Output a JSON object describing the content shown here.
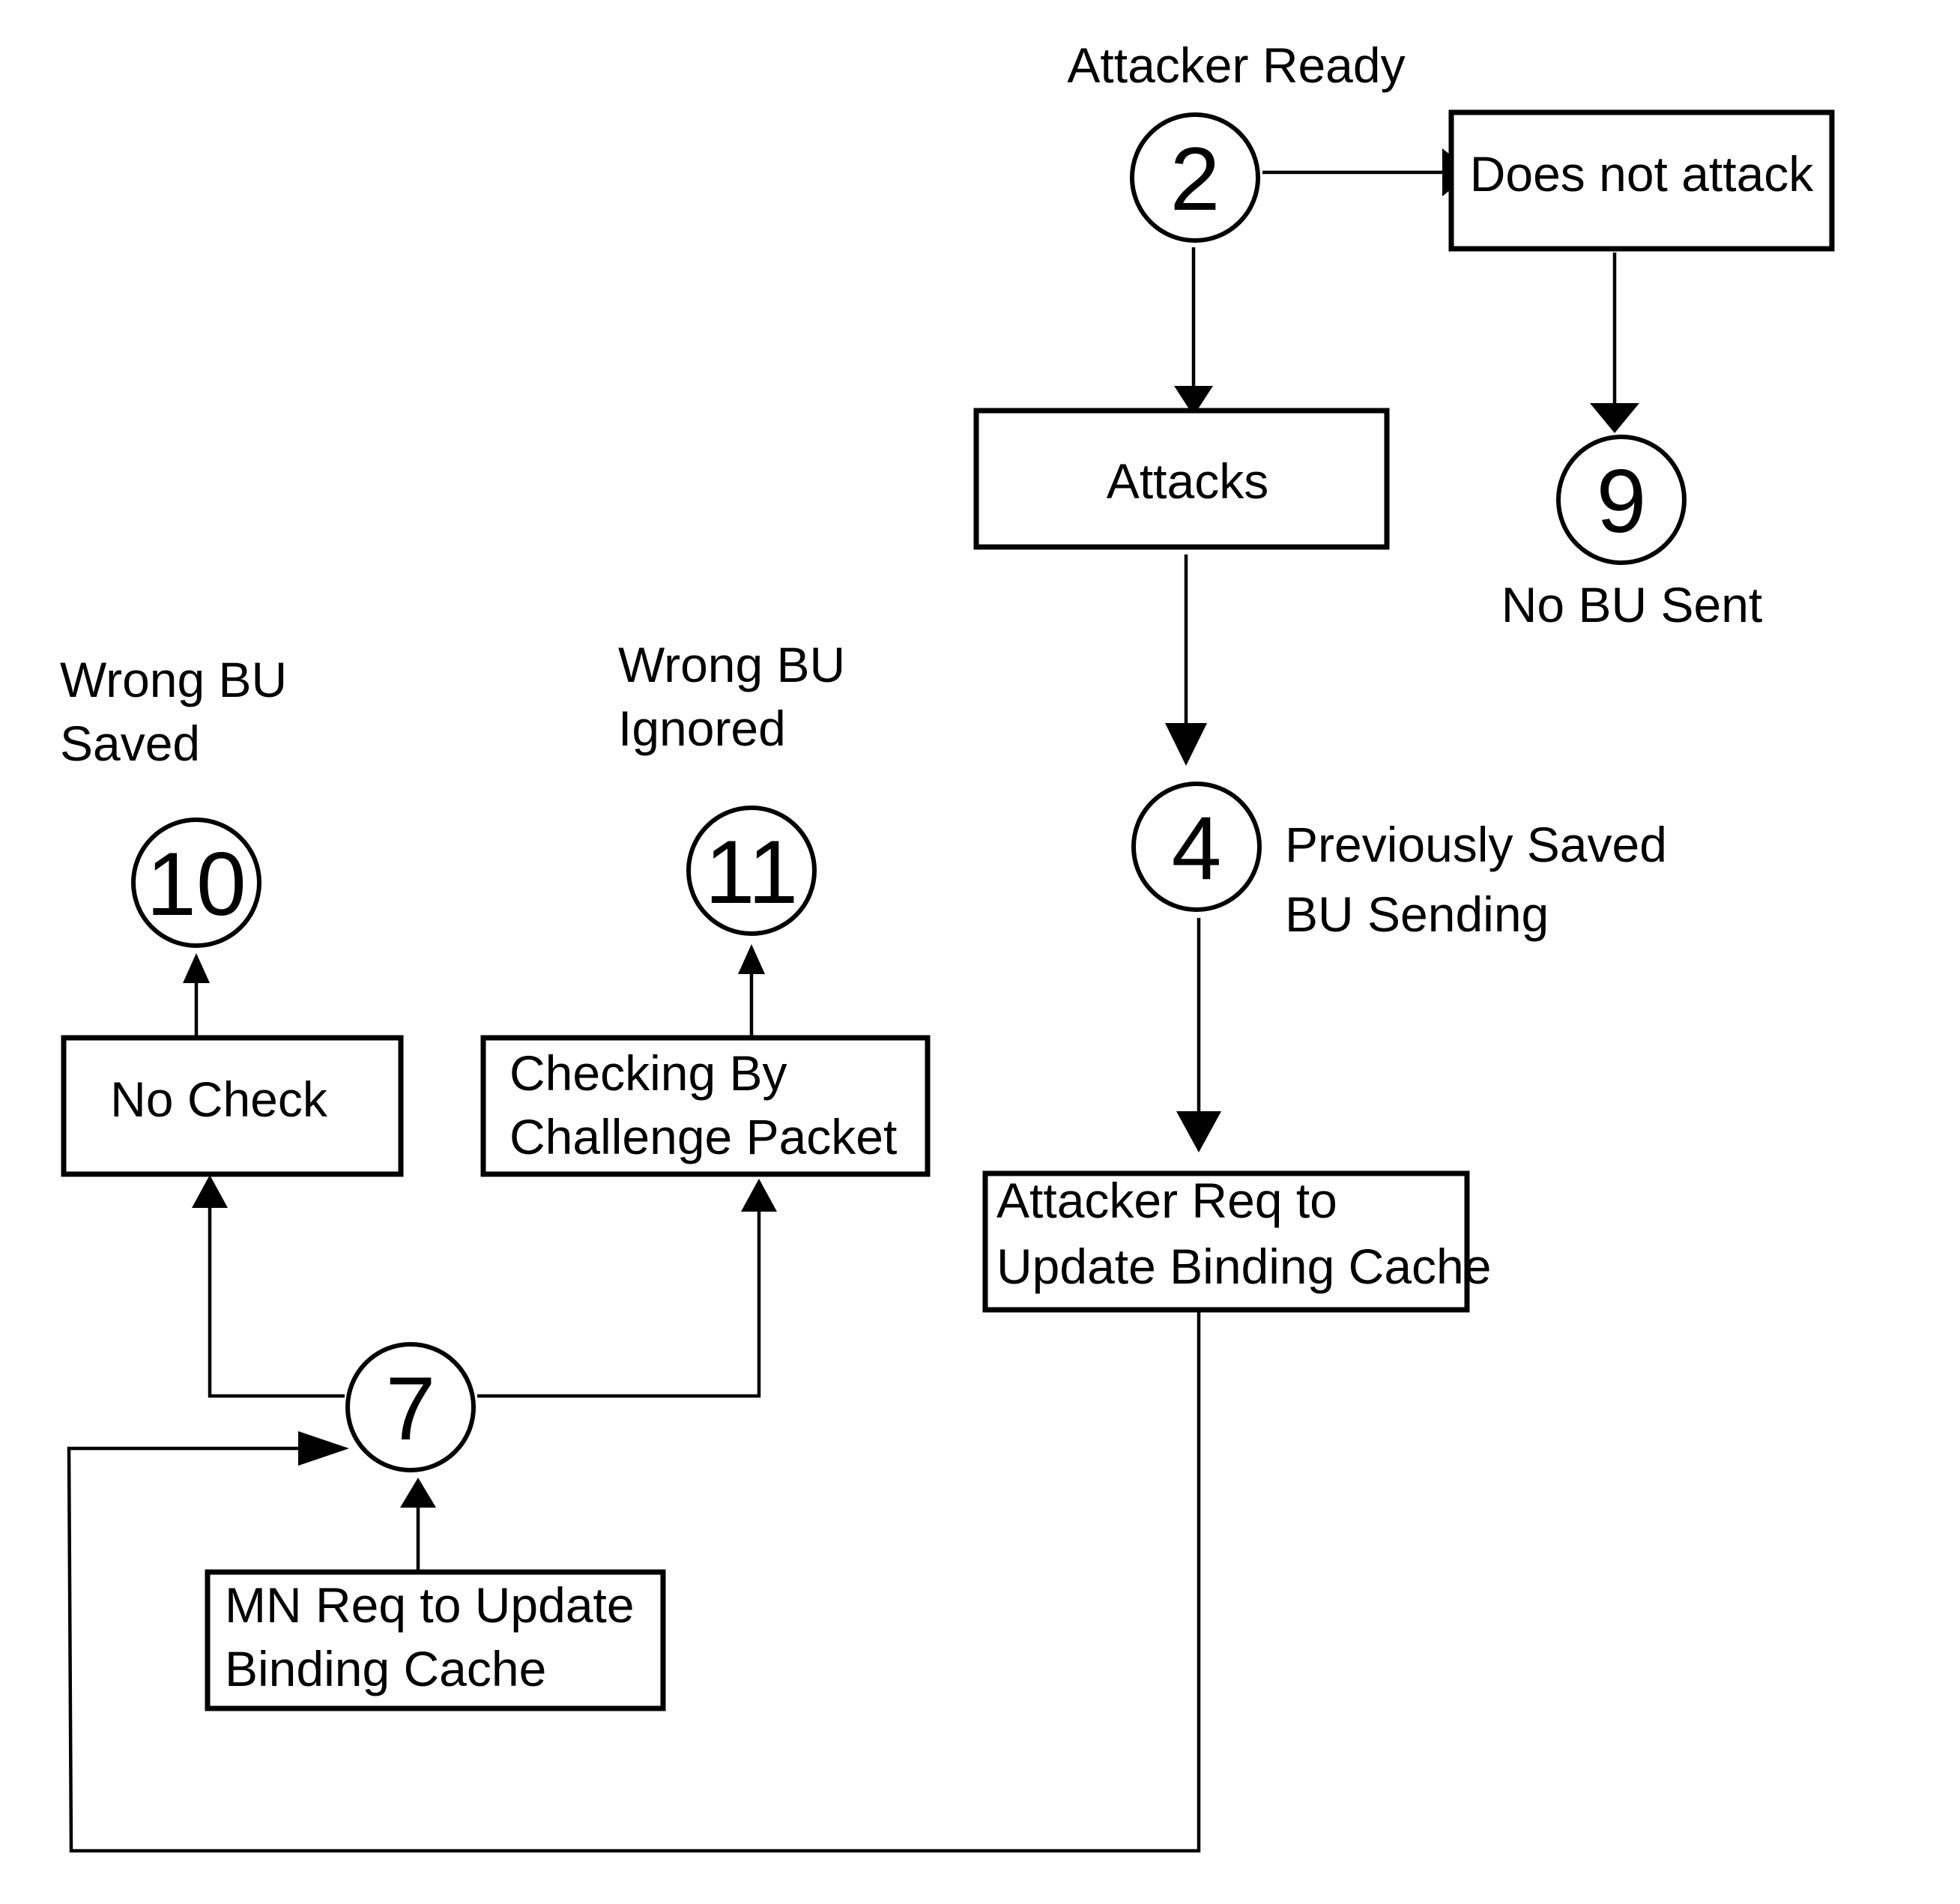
{
  "diagram": {
    "states": {
      "s2": {
        "number": "2",
        "label": "Attacker Ready"
      },
      "s4": {
        "number": "4",
        "label_line1": "Previously Saved",
        "label_line2": "BU Sending"
      },
      "s7": {
        "number": "7"
      },
      "s9": {
        "number": "9",
        "label": "No BU Sent"
      },
      "s10": {
        "number": "10",
        "label_line1": "Wrong BU",
        "label_line2": "Saved"
      },
      "s11": {
        "number": "11",
        "label_line1": "Wrong BU",
        "label_line2": "Ignored"
      }
    },
    "boxes": {
      "does_not_attack": {
        "text": "Does not attack"
      },
      "attacks": {
        "text": "Attacks"
      },
      "attacker_req": {
        "line1": "Attacker Req to",
        "line2": "Update Binding Cache"
      },
      "no_check": {
        "text": "No Check"
      },
      "checking": {
        "line1": "Checking By",
        "line2": "Challenge Packet"
      },
      "mn_req": {
        "line1": "MN Req to Update",
        "line2": "Binding Cache"
      }
    }
  }
}
